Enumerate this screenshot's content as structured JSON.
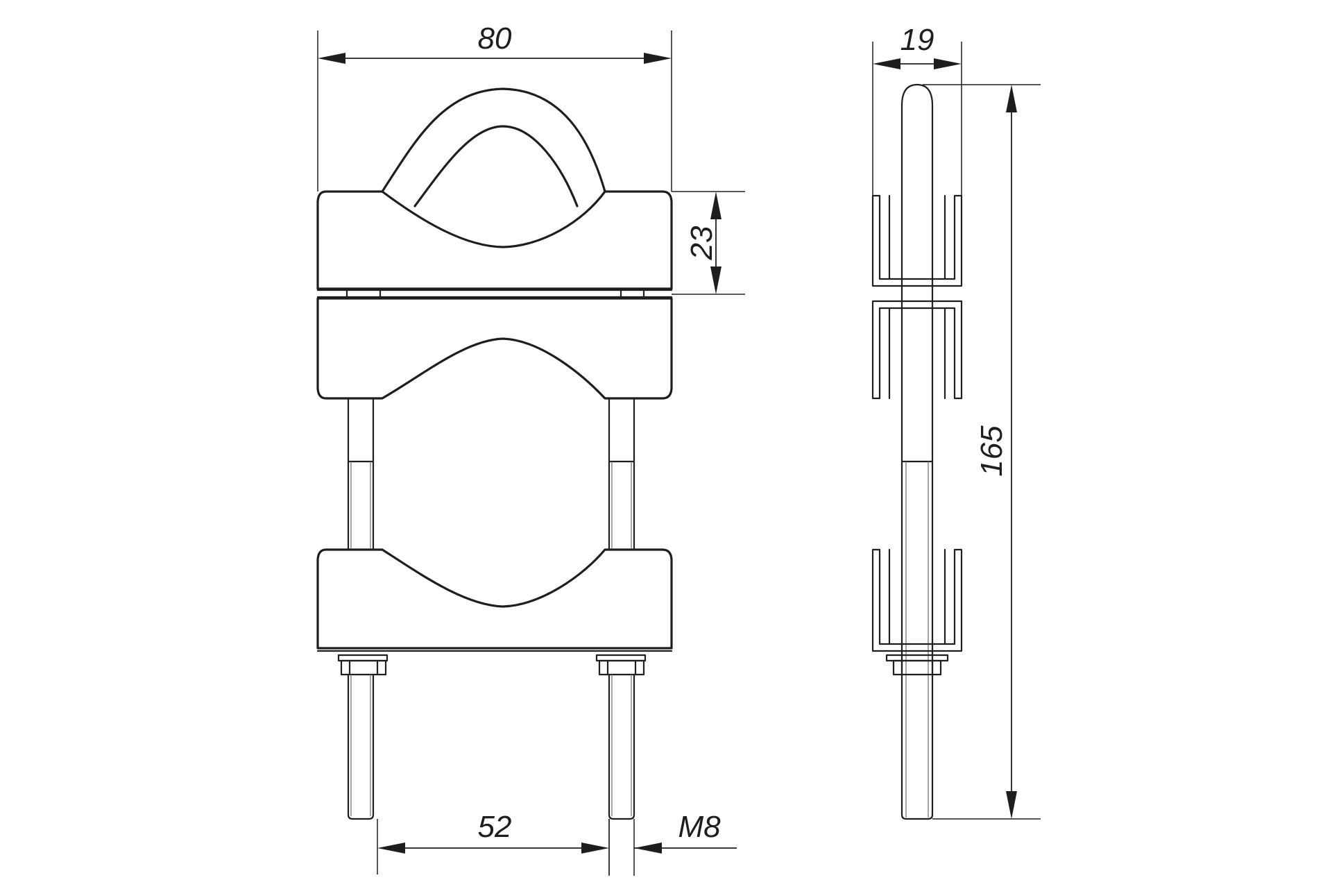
{
  "dimensions": {
    "width_top": "80",
    "block_height": "23",
    "bolt_spacing": "52",
    "thread": "M8",
    "side_width": "19",
    "total_height": "165"
  }
}
